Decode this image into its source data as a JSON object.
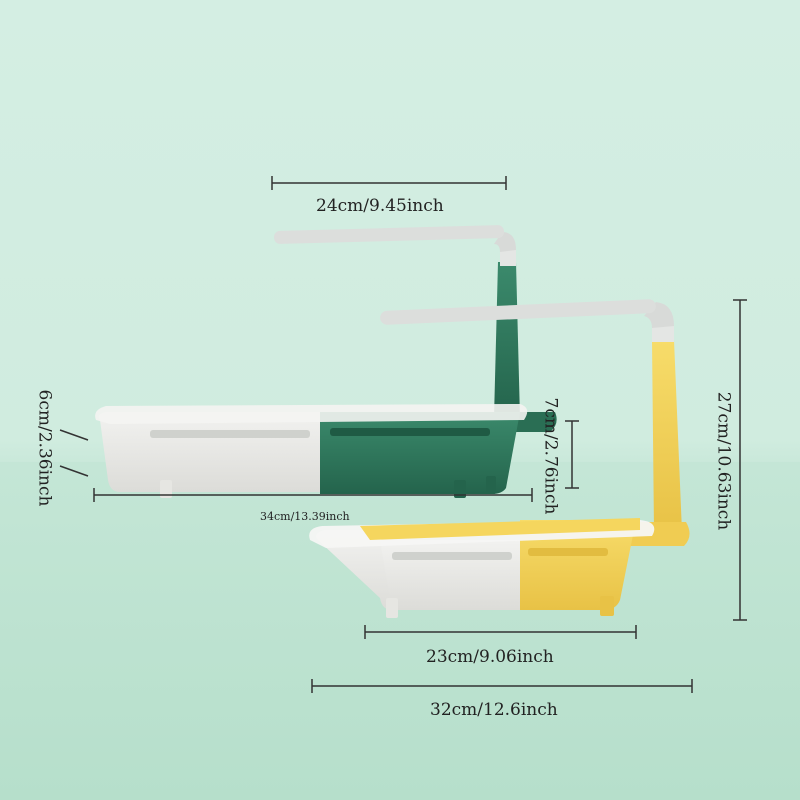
{
  "image": {
    "description_colors": {
      "background": "#d2ede1",
      "green_basket": "#2e7a5f",
      "yellow_basket": "#f2d35a",
      "white_part": "#eeeeec"
    },
    "dimension_labels": {
      "top_width": "24cm/9.45inch",
      "left_depth": "6cm/2.36inch",
      "middle_height": "7cm/2.76inch",
      "right_height": "27cm/10.63inch",
      "extended_length": "34cm/13.39inch",
      "base_width": "23cm/9.06inch",
      "total_length": "32cm/12.6inch"
    }
  }
}
